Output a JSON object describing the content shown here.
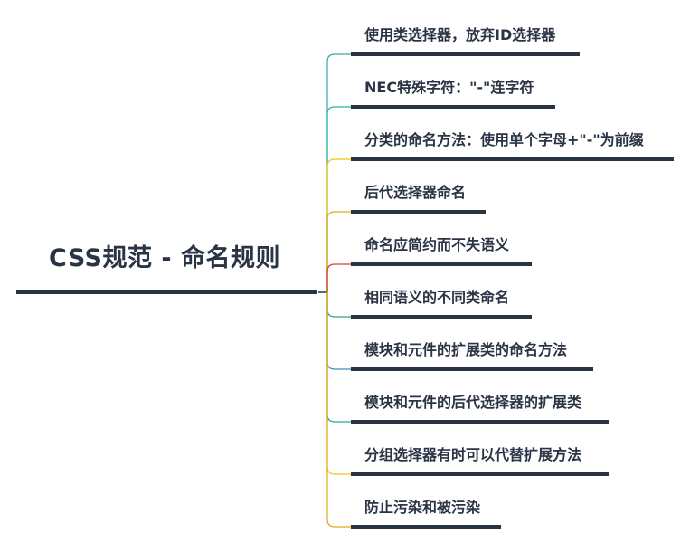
{
  "root": {
    "title": "CSS规范 - 命名规则"
  },
  "branches": [
    {
      "label": "使用类选择器，放弃ID选择器",
      "color": "#3aa6a6"
    },
    {
      "label": "NEC特殊字符：\"-\"连字符",
      "color": "#2bb3a3"
    },
    {
      "label": "分类的命名方法：使用单个字母+\"-\"为前缀",
      "color": "#f2c811"
    },
    {
      "label": "后代选择器命名",
      "color": "#e6a817"
    },
    {
      "label": "命名应简约而不失语义",
      "color": "#d0413e"
    },
    {
      "label": "相同语义的不同类命名",
      "color": "#2ea37a"
    },
    {
      "label": "模块和元件的扩展类的命名方法",
      "color": "#3f8fb5"
    },
    {
      "label": "模块和元件的后代选择器的扩展类",
      "color": "#2aa6a0"
    },
    {
      "label": "分组选择器有时可以代替扩展方法",
      "color": "#f2c811"
    },
    {
      "label": "防止污染和被污染",
      "color": "#e6a817"
    }
  ]
}
